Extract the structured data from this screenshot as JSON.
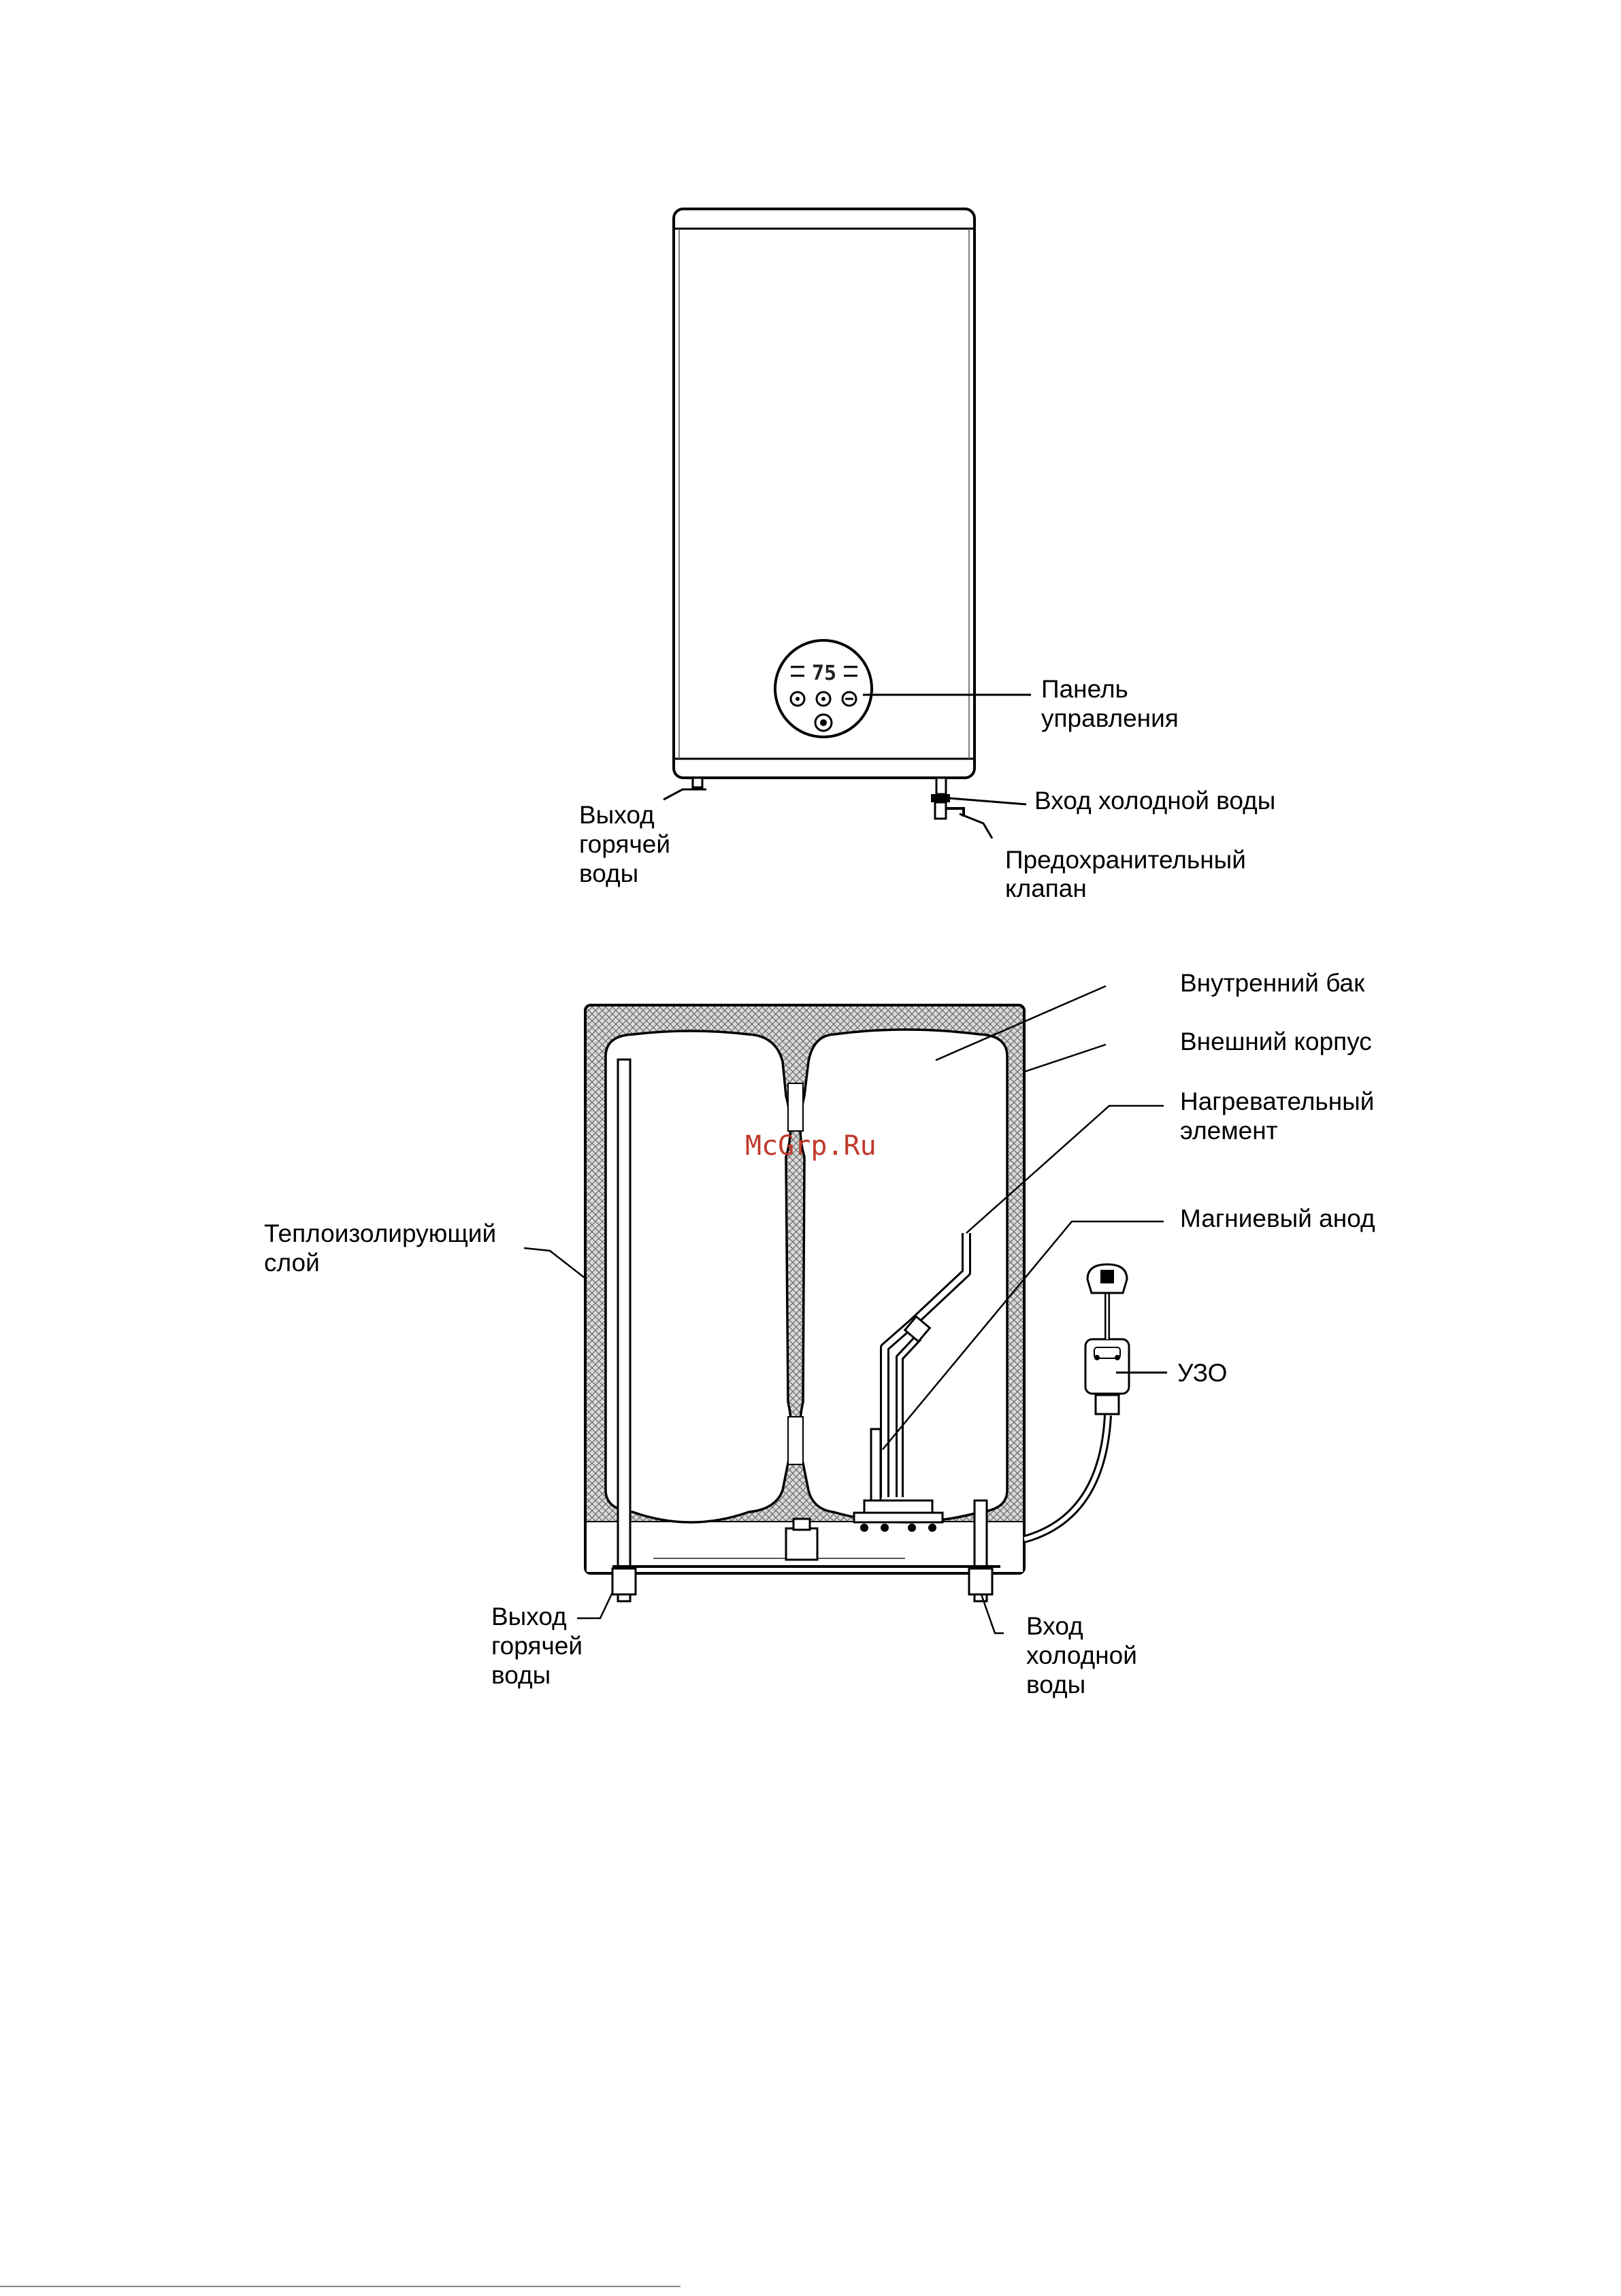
{
  "diagram1": {
    "display_value": "75",
    "labels": {
      "control_panel": [
        "Панель",
        "управления"
      ],
      "cold_inlet": "Вход холодной воды",
      "safety_valve": [
        "Предохранительный",
        "клапан"
      ],
      "hot_outlet": [
        "Выход",
        "горячей",
        "воды"
      ]
    }
  },
  "diagram2": {
    "labels": {
      "inner_tank": "Внутренний бак",
      "outer_casing": "Внешний корпус",
      "heating_element": [
        "Нагревательный",
        "элемент"
      ],
      "magnesium_anode": "Магниевый анод",
      "insulation_layer": [
        "Теплоизолирующий",
        "слой"
      ],
      "rcd": "УЗО",
      "hot_outlet": [
        "Выход",
        "горячей",
        "воды"
      ],
      "cold_inlet": [
        "Вход",
        "холодной",
        "воды"
      ]
    }
  },
  "watermark": "McGrp.Ru"
}
